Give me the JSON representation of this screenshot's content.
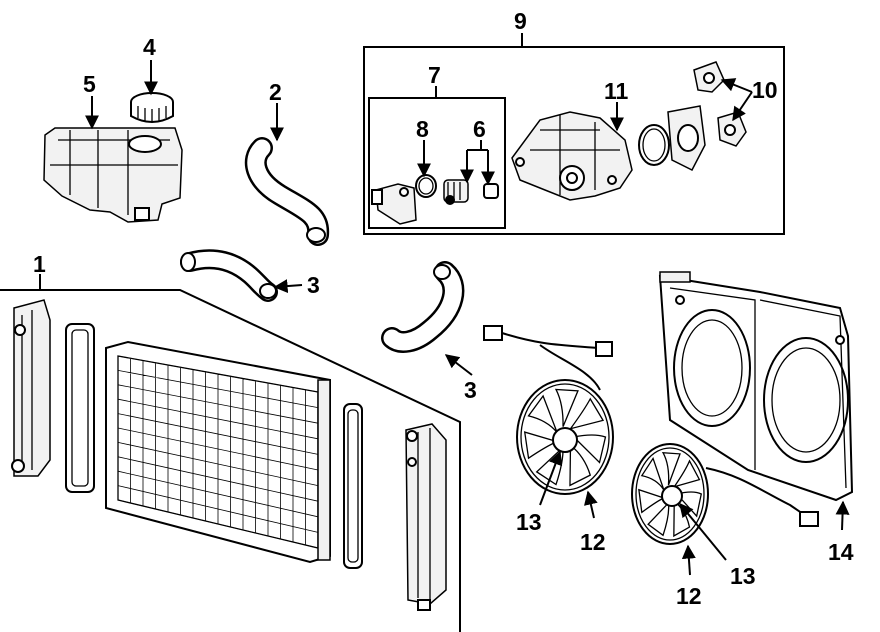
{
  "diagram": {
    "callouts": [
      {
        "id": "c1",
        "text": "1"
      },
      {
        "id": "c2",
        "text": "2"
      },
      {
        "id": "c3a",
        "text": "3"
      },
      {
        "id": "c3b",
        "text": "3"
      },
      {
        "id": "c4",
        "text": "4"
      },
      {
        "id": "c5",
        "text": "5"
      },
      {
        "id": "c6",
        "text": "6"
      },
      {
        "id": "c7",
        "text": "7"
      },
      {
        "id": "c8",
        "text": "8"
      },
      {
        "id": "c9",
        "text": "9"
      },
      {
        "id": "c10",
        "text": "10"
      },
      {
        "id": "c11",
        "text": "11"
      },
      {
        "id": "c12a",
        "text": "12"
      },
      {
        "id": "c12b",
        "text": "12"
      },
      {
        "id": "c13a",
        "text": "13"
      },
      {
        "id": "c13b",
        "text": "13"
      },
      {
        "id": "c14",
        "text": "14"
      }
    ]
  }
}
